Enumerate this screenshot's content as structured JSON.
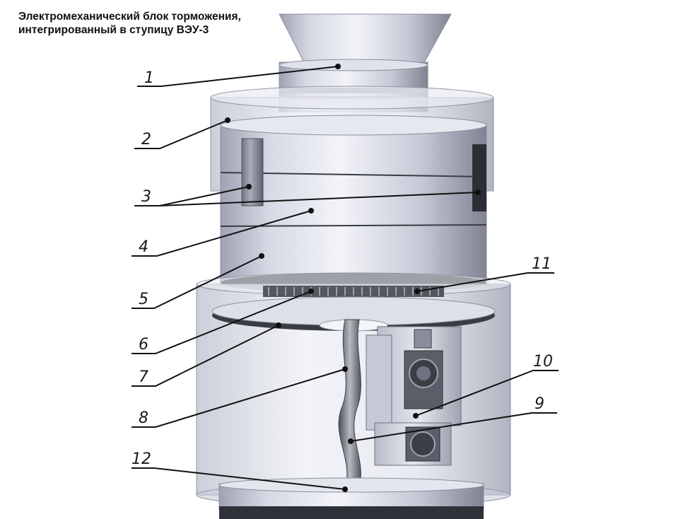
{
  "caption": {
    "line1": "Электромеханический блок торможения,",
    "line2": "интегрированный в ступицу ВЭУ-3"
  },
  "callouts": [
    {
      "label": "1"
    },
    {
      "label": "2"
    },
    {
      "label": "3"
    },
    {
      "label": "4"
    },
    {
      "label": "5"
    },
    {
      "label": "6"
    },
    {
      "label": "7"
    },
    {
      "label": "8"
    },
    {
      "label": "9"
    },
    {
      "label": "10"
    },
    {
      "label": "11"
    },
    {
      "label": "12"
    }
  ],
  "colors": {
    "metal_light": "#eef0f6",
    "metal_mid": "#c9ccd8",
    "metal_dark": "#8a8e9c",
    "shadow": "#3a3c44",
    "line": "#111111"
  }
}
